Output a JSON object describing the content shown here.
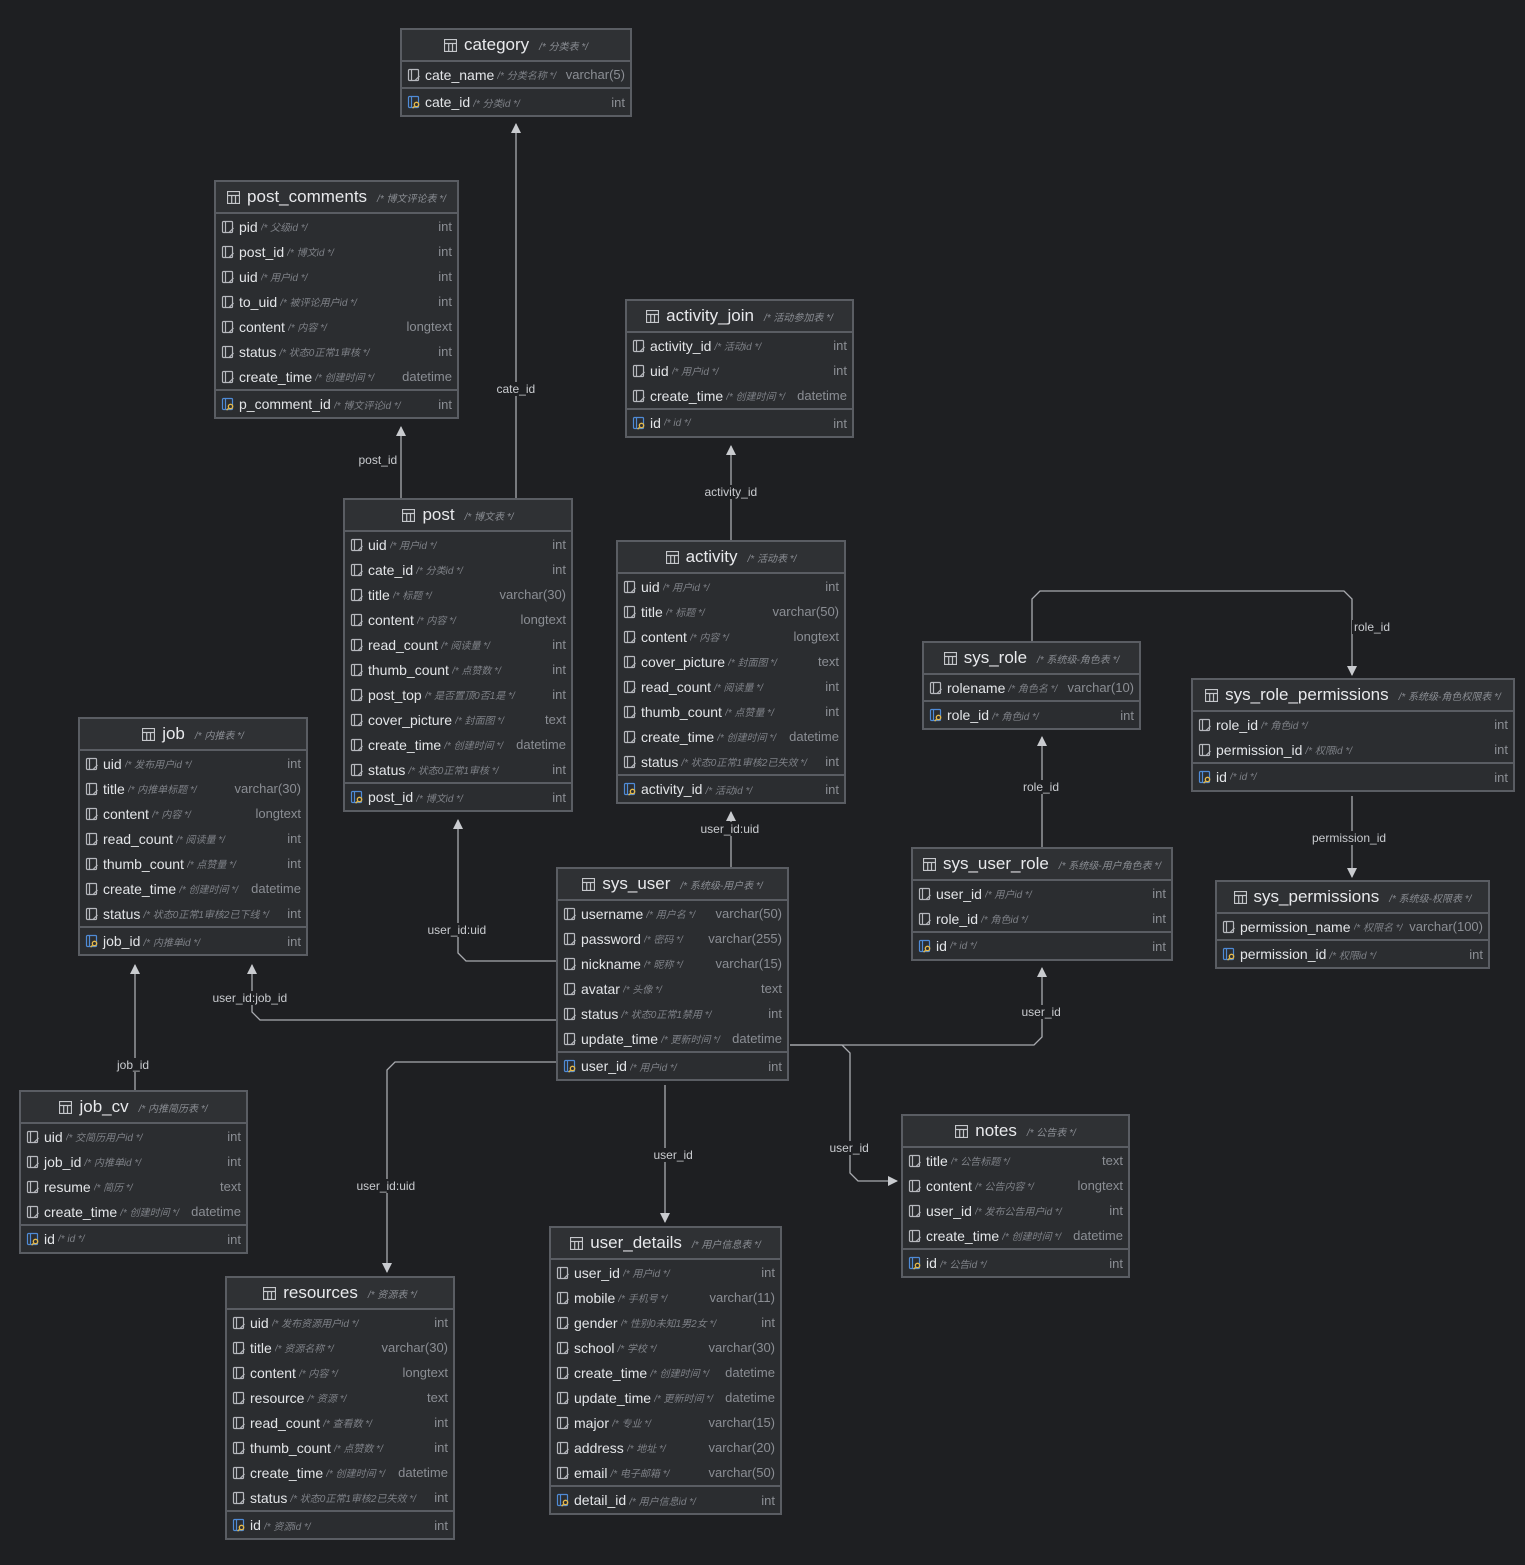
{
  "tables": [
    {
      "id": "category",
      "name": "category",
      "comment": "/* 分类表 */",
      "columns": [
        {
          "name": "cate_name",
          "comment": "/* 分类名称 */",
          "type": "varchar(5)"
        }
      ],
      "pk": {
        "name": "cate_id",
        "comment": "/* 分类id */",
        "type": "int"
      }
    },
    {
      "id": "post_comments",
      "name": "post_comments",
      "comment": "/* 博文评论表 */",
      "columns": [
        {
          "name": "pid",
          "comment": "/* 父级id */",
          "type": "int"
        },
        {
          "name": "post_id",
          "comment": "/* 博文id */",
          "type": "int"
        },
        {
          "name": "uid",
          "comment": "/* 用户id */",
          "type": "int"
        },
        {
          "name": "to_uid",
          "comment": "/* 被评论用户id */",
          "type": "int"
        },
        {
          "name": "content",
          "comment": "/* 内容 */",
          "type": "longtext"
        },
        {
          "name": "status",
          "comment": "/* 状态0正常1审核 */",
          "type": "int"
        },
        {
          "name": "create_time",
          "comment": "/* 创建时间 */",
          "type": "datetime"
        }
      ],
      "pk": {
        "name": "p_comment_id",
        "comment": "/* 博文评论id */",
        "type": "int"
      }
    },
    {
      "id": "activity_join",
      "name": "activity_join",
      "comment": "/* 活动参加表 */",
      "columns": [
        {
          "name": "activity_id",
          "comment": "/* 活动id */",
          "type": "int"
        },
        {
          "name": "uid",
          "comment": "/* 用户id */",
          "type": "int"
        },
        {
          "name": "create_time",
          "comment": "/* 创建时间 */",
          "type": "datetime"
        }
      ],
      "pk": {
        "name": "id",
        "comment": "/* id */",
        "type": "int"
      }
    },
    {
      "id": "post",
      "name": "post",
      "comment": "/* 博文表 */",
      "columns": [
        {
          "name": "uid",
          "comment": "/* 用户id */",
          "type": "int"
        },
        {
          "name": "cate_id",
          "comment": "/* 分类id */",
          "type": "int"
        },
        {
          "name": "title",
          "comment": "/* 标题 */",
          "type": "varchar(30)"
        },
        {
          "name": "content",
          "comment": "/* 内容 */",
          "type": "longtext"
        },
        {
          "name": "read_count",
          "comment": "/* 阅读量 */",
          "type": "int"
        },
        {
          "name": "thumb_count",
          "comment": "/* 点赞数 */",
          "type": "int"
        },
        {
          "name": "post_top",
          "comment": "/* 是否置顶0否1是 */",
          "type": "int"
        },
        {
          "name": "cover_picture",
          "comment": "/* 封面图 */",
          "type": "text"
        },
        {
          "name": "create_time",
          "comment": "/* 创建时间 */",
          "type": "datetime"
        },
        {
          "name": "status",
          "comment": "/* 状态0正常1审核 */",
          "type": "int"
        }
      ],
      "pk": {
        "name": "post_id",
        "comment": "/* 博文id */",
        "type": "int"
      }
    },
    {
      "id": "activity",
      "name": "activity",
      "comment": "/* 活动表 */",
      "columns": [
        {
          "name": "uid",
          "comment": "/* 用户id */",
          "type": "int"
        },
        {
          "name": "title",
          "comment": "/* 标题 */",
          "type": "varchar(50)"
        },
        {
          "name": "content",
          "comment": "/* 内容 */",
          "type": "longtext"
        },
        {
          "name": "cover_picture",
          "comment": "/* 封面图 */",
          "type": "text"
        },
        {
          "name": "read_count",
          "comment": "/* 阅读量 */",
          "type": "int"
        },
        {
          "name": "thumb_count",
          "comment": "/* 点赞量 */",
          "type": "int"
        },
        {
          "name": "create_time",
          "comment": "/* 创建时间 */",
          "type": "datetime"
        },
        {
          "name": "status",
          "comment": "/* 状态0正常1审核2已失效 */",
          "type": "int"
        }
      ],
      "pk": {
        "name": "activity_id",
        "comment": "/* 活动id */",
        "type": "int"
      }
    },
    {
      "id": "sys_role",
      "name": "sys_role",
      "comment": "/* 系统级-角色表 */",
      "columns": [
        {
          "name": "rolename",
          "comment": "/* 角色名 */",
          "type": "varchar(10)"
        }
      ],
      "pk": {
        "name": "role_id",
        "comment": "/* 角色id */",
        "type": "int"
      }
    },
    {
      "id": "sys_role_permissions",
      "name": "sys_role_permissions",
      "comment": "/* 系统级-角色权限表 */",
      "columns": [
        {
          "name": "role_id",
          "comment": "/* 角色id */",
          "type": "int"
        },
        {
          "name": "permission_id",
          "comment": "/* 权限id */",
          "type": "int"
        }
      ],
      "pk": {
        "name": "id",
        "comment": "/* id */",
        "type": "int"
      }
    },
    {
      "id": "job",
      "name": "job",
      "comment": "/* 内推表 */",
      "columns": [
        {
          "name": "uid",
          "comment": "/* 发布用户id */",
          "type": "int"
        },
        {
          "name": "title",
          "comment": "/* 内推单标题 */",
          "type": "varchar(30)"
        },
        {
          "name": "content",
          "comment": "/* 内容 */",
          "type": "longtext"
        },
        {
          "name": "read_count",
          "comment": "/* 阅读量 */",
          "type": "int"
        },
        {
          "name": "thumb_count",
          "comment": "/* 点赞量 */",
          "type": "int"
        },
        {
          "name": "create_time",
          "comment": "/* 创建时间 */",
          "type": "datetime"
        },
        {
          "name": "status",
          "comment": "/* 状态0正常1审核2已下线 */",
          "type": "int"
        }
      ],
      "pk": {
        "name": "job_id",
        "comment": "/* 内推单id */",
        "type": "int"
      }
    },
    {
      "id": "sys_user",
      "name": "sys_user",
      "comment": "/* 系统级-用户表 */",
      "columns": [
        {
          "name": "username",
          "comment": "/* 用户名 */",
          "type": "varchar(50)"
        },
        {
          "name": "password",
          "comment": "/* 密码 */",
          "type": "varchar(255)"
        },
        {
          "name": "nickname",
          "comment": "/* 昵称 */",
          "type": "varchar(15)"
        },
        {
          "name": "avatar",
          "comment": "/* 头像 */",
          "type": "text"
        },
        {
          "name": "status",
          "comment": "/* 状态0正常1禁用 */",
          "type": "int"
        },
        {
          "name": "update_time",
          "comment": "/* 更新时间 */",
          "type": "datetime"
        }
      ],
      "pk": {
        "name": "user_id",
        "comment": "/* 用户id */",
        "type": "int"
      }
    },
    {
      "id": "sys_user_role",
      "name": "sys_user_role",
      "comment": "/* 系统级-用户角色表 */",
      "columns": [
        {
          "name": "user_id",
          "comment": "/* 用户id */",
          "type": "int"
        },
        {
          "name": "role_id",
          "comment": "/* 角色id */",
          "type": "int"
        }
      ],
      "pk": {
        "name": "id",
        "comment": "/* id */",
        "type": "int"
      }
    },
    {
      "id": "sys_permissions",
      "name": "sys_permissions",
      "comment": "/* 系统级-权限表 */",
      "columns": [
        {
          "name": "permission_name",
          "comment": "/* 权限名 */",
          "type": "varchar(100)"
        }
      ],
      "pk": {
        "name": "permission_id",
        "comment": "/* 权限id */",
        "type": "int"
      }
    },
    {
      "id": "job_cv",
      "name": "job_cv",
      "comment": "/* 内推简历表 */",
      "columns": [
        {
          "name": "uid",
          "comment": "/* 交简历用户id */",
          "type": "int"
        },
        {
          "name": "job_id",
          "comment": "/* 内推单id */",
          "type": "int"
        },
        {
          "name": "resume",
          "comment": "/* 简历 */",
          "type": "text"
        },
        {
          "name": "create_time",
          "comment": "/* 创建时间 */",
          "type": "datetime"
        }
      ],
      "pk": {
        "name": "id",
        "comment": "/* id */",
        "type": "int"
      }
    },
    {
      "id": "notes",
      "name": "notes",
      "comment": "/* 公告表 */",
      "columns": [
        {
          "name": "title",
          "comment": "/* 公告标题 */",
          "type": "text"
        },
        {
          "name": "content",
          "comment": "/* 公告内容 */",
          "type": "longtext"
        },
        {
          "name": "user_id",
          "comment": "/* 发布公告用户id */",
          "type": "int"
        },
        {
          "name": "create_time",
          "comment": "/* 创建时间 */",
          "type": "datetime"
        }
      ],
      "pk": {
        "name": "id",
        "comment": "/* 公告id */",
        "type": "int"
      }
    },
    {
      "id": "user_details",
      "name": "user_details",
      "comment": "/* 用户信息表 */",
      "columns": [
        {
          "name": "user_id",
          "comment": "/* 用户id */",
          "type": "int"
        },
        {
          "name": "mobile",
          "comment": "/* 手机号 */",
          "type": "varchar(11)"
        },
        {
          "name": "gender",
          "comment": "/* 性别0未知1男2女 */",
          "type": "int"
        },
        {
          "name": "school",
          "comment": "/* 学校 */",
          "type": "varchar(30)"
        },
        {
          "name": "create_time",
          "comment": "/* 创建时间 */",
          "type": "datetime"
        },
        {
          "name": "update_time",
          "comment": "/* 更新时间 */",
          "type": "datetime"
        },
        {
          "name": "major",
          "comment": "/* 专业 */",
          "type": "varchar(15)"
        },
        {
          "name": "address",
          "comment": "/* 地址 */",
          "type": "varchar(20)"
        },
        {
          "name": "email",
          "comment": "/* 电子邮箱 */",
          "type": "varchar(50)"
        }
      ],
      "pk": {
        "name": "detail_id",
        "comment": "/* 用户信息id */",
        "type": "int"
      }
    },
    {
      "id": "resources",
      "name": "resources",
      "comment": "/* 资源表 */",
      "columns": [
        {
          "name": "uid",
          "comment": "/* 发布资源用户id */",
          "type": "int"
        },
        {
          "name": "title",
          "comment": "/* 资源名称 */",
          "type": "varchar(30)"
        },
        {
          "name": "content",
          "comment": "/* 内容 */",
          "type": "longtext"
        },
        {
          "name": "resource",
          "comment": "/* 资源 */",
          "type": "text"
        },
        {
          "name": "read_count",
          "comment": "/* 查看数 */",
          "type": "int"
        },
        {
          "name": "thumb_count",
          "comment": "/* 点赞数 */",
          "type": "int"
        },
        {
          "name": "create_time",
          "comment": "/* 创建时间 */",
          "type": "datetime"
        },
        {
          "name": "status",
          "comment": "/* 状态0正常1审核2已失效 */",
          "type": "int"
        }
      ],
      "pk": {
        "name": "id",
        "comment": "/* 资源id */",
        "type": "int"
      }
    }
  ],
  "relations": [
    {
      "id": "post-category",
      "label": "cate_id"
    },
    {
      "id": "postcomments-post",
      "label": "post_id"
    },
    {
      "id": "activity-activityjoin",
      "label": "activity_id"
    },
    {
      "id": "sysuser-activity",
      "label": "user_id:uid"
    },
    {
      "id": "sysuser-post",
      "label": "user_id:uid"
    },
    {
      "id": "sysuser-job",
      "label": "user_id:job_id"
    },
    {
      "id": "jobcv-job",
      "label": "job_id"
    },
    {
      "id": "sysrole-sysrolepermissions",
      "label": "role_id"
    },
    {
      "id": "sysuserrole-sysrole",
      "label": "role_id"
    },
    {
      "id": "sysrolepermissions-syspermissions",
      "label": "permission_id"
    },
    {
      "id": "sysuser-sysuserrole",
      "label": "user_id"
    },
    {
      "id": "sysuser-userdetails",
      "label": "user_id"
    },
    {
      "id": "sysuser-notes",
      "label": "user_id"
    },
    {
      "id": "sysuser-resources",
      "label": "user_id:uid"
    }
  ],
  "colors": {
    "background": "#1e1f22",
    "table": "#2b2d30",
    "border": "#5a5d63",
    "line": "#a9abb0",
    "key": "#4f8bd6"
  }
}
